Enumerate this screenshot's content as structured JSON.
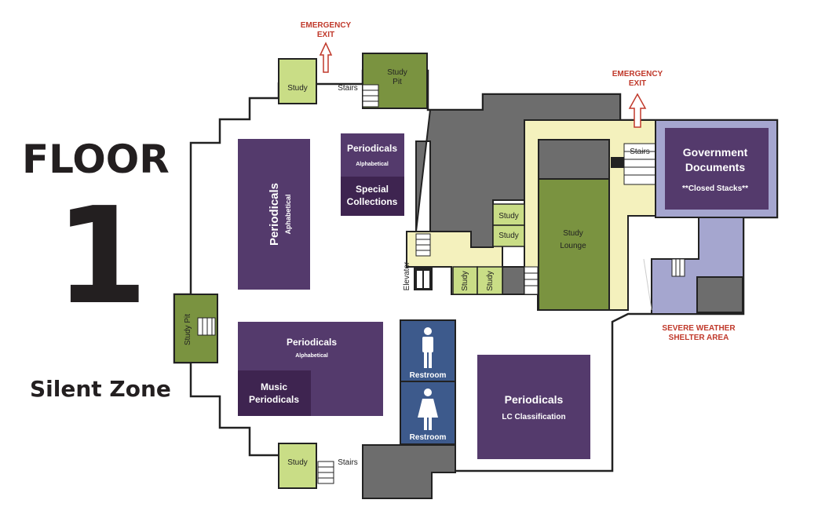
{
  "title": {
    "floor_word": "FLOOR",
    "floor_number": "1",
    "zone": "Silent Zone"
  },
  "exits": {
    "top": "EMERGENCY\nEXIT",
    "right": "EMERGENCY\nEXIT"
  },
  "shelter": "SEVERE WEATHER\nSHELTER AREA",
  "rooms": {
    "periodicals_left": {
      "title": "Periodicals",
      "sub": "Aphabetical"
    },
    "periodicals_center": {
      "title": "Periodicals",
      "sub": "Alphabetical"
    },
    "special_collections": "Special\nCollections",
    "periodicals_bottom": {
      "title": "Periodicals",
      "sub": "Alphabetical"
    },
    "music_periodicals": "Music\nPeriodicals",
    "periodicals_lc": {
      "title": "Periodicals",
      "sub": "LC Classification"
    },
    "government_docs": {
      "title": "Government\nDocuments",
      "sub": "**Closed Stacks**"
    },
    "study_lounge": "Study\nLounge",
    "restroom_men": "Restroom",
    "restroom_women": "Restroom",
    "elevator": "Elevator"
  },
  "labels": {
    "study": "Study",
    "study_pit": "Study Pit",
    "study_pit_top": "Study\nPit",
    "stairs": "Stairs"
  },
  "colors": {
    "purple": "#543a6c",
    "dark_purple": "#3e2450",
    "olive": "#7a9340",
    "light_green": "#c9dd86",
    "gray": "#6d6d6d",
    "yellow": "#f4f1bd",
    "lavender": "#a5a6cf",
    "blue": "#3d5a8c",
    "red": "#c0392b"
  }
}
